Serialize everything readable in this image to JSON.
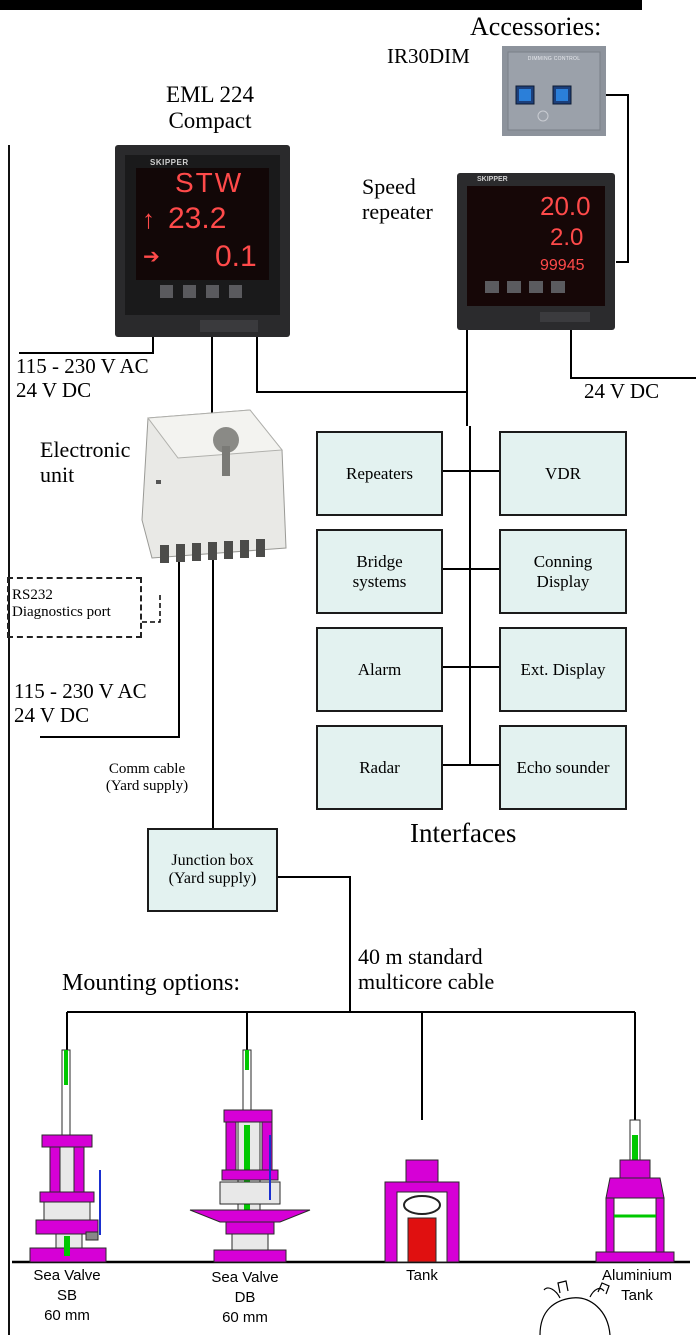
{
  "header": {
    "accessories_title": "Accessories:"
  },
  "devices": {
    "ir30dim_label": "IR30DIM",
    "ir30dim_panel_text": "DIMMING CONTROL",
    "eml224_label": "EML 224\nCompact",
    "eml224_brand": "SKIPPER",
    "eml224_display": {
      "line1": "STW",
      "line2_arrow": "↑",
      "line2_value": "23.2",
      "line3_arrow": "➔",
      "line3_value": "0.1"
    },
    "speed_repeater_label": "Speed\nrepeater",
    "speed_repeater_brand": "SKIPPER",
    "speed_repeater_display": {
      "line1": "20.0",
      "line2": "2.0",
      "line3": "99945"
    },
    "electronic_unit_label": "Electronic\nunit"
  },
  "power": {
    "eml_supply": "115 - 230 V AC\n24 V DC",
    "repeater_supply": "24 V DC",
    "unit_supply": "115 - 230 V AC\n24 V DC"
  },
  "rs232_port": "RS232\nDiagnostics port",
  "interfaces": {
    "title": "Interfaces",
    "left": [
      "Repeaters",
      "Bridge\nsystems",
      "Alarm",
      "Radar"
    ],
    "right": [
      "VDR",
      "Conning\nDisplay",
      "Ext. Display",
      "Echo sounder"
    ]
  },
  "cabling": {
    "comm_cable": "Comm cable\n(Yard supply)",
    "junction_box": "Junction box\n(Yard supply)",
    "multicore": "40 m standard\nmulticore cable"
  },
  "mounting": {
    "title": "Mounting options:",
    "options": [
      {
        "label": "Sea Valve\nSB\n60 mm"
      },
      {
        "label": "Sea Valve\nDB\n60 mm"
      },
      {
        "label": "Tank"
      },
      {
        "label": "Aluminium\nTank"
      }
    ]
  },
  "colors": {
    "box_fill": "#e3f2f0",
    "part_magenta": "#d600d6",
    "part_green": "#00c800",
    "part_red": "#e01010",
    "screen_red": "#ff4a4a"
  }
}
